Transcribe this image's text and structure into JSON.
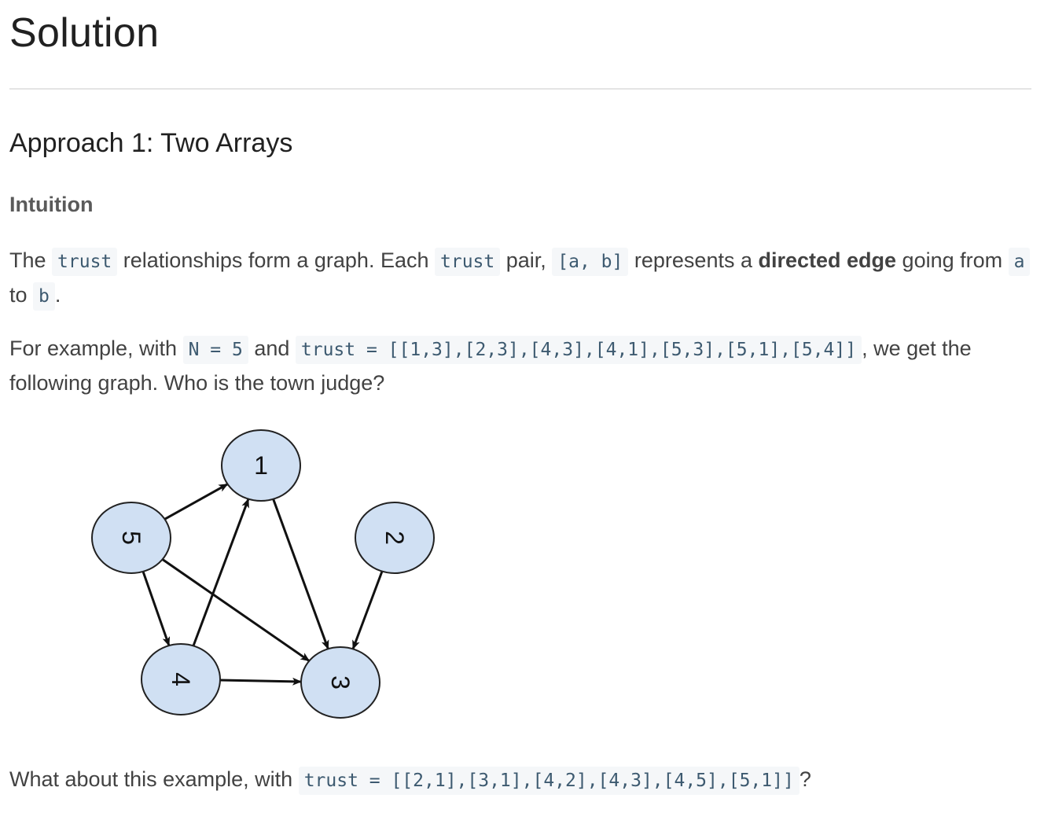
{
  "heading": {
    "title": "Solution",
    "approach": "Approach 1: Two Arrays",
    "section": "Intuition"
  },
  "paragraph1": {
    "t1": "The ",
    "c1": "trust",
    "t2": " relationships form a graph. Each ",
    "c2": "trust",
    "t3": " pair, ",
    "c3": "[a, b]",
    "t4": " represents a ",
    "bold": "directed edge",
    "t5": " going from ",
    "c4": "a",
    "t6": " to ",
    "c5": "b",
    "t7": "."
  },
  "paragraph2": {
    "t1": "For example, with ",
    "c1": "N = 5",
    "t2": " and ",
    "c2": "trust = [[1,3],[2,3],[4,3],[4,1],[5,3],[5,1],[5,4]]",
    "t3": ", we get the following graph. Who is the town judge?"
  },
  "paragraph3": {
    "t1": "What about this example, with ",
    "c1": "trust = [[2,1],[3,1],[4,2],[4,3],[4,5],[5,1]]",
    "t2": "?"
  },
  "graph": {
    "nodes": [
      {
        "id": 1,
        "label": "1"
      },
      {
        "id": 2,
        "label": "2"
      },
      {
        "id": 3,
        "label": "3"
      },
      {
        "id": 4,
        "label": "4"
      },
      {
        "id": 5,
        "label": "5"
      }
    ],
    "edges": [
      [
        1,
        3
      ],
      [
        2,
        3
      ],
      [
        4,
        3
      ],
      [
        4,
        1
      ],
      [
        5,
        3
      ],
      [
        5,
        1
      ],
      [
        5,
        4
      ]
    ],
    "node_fill": "#d0e0f3",
    "edge_color": "#111111"
  }
}
